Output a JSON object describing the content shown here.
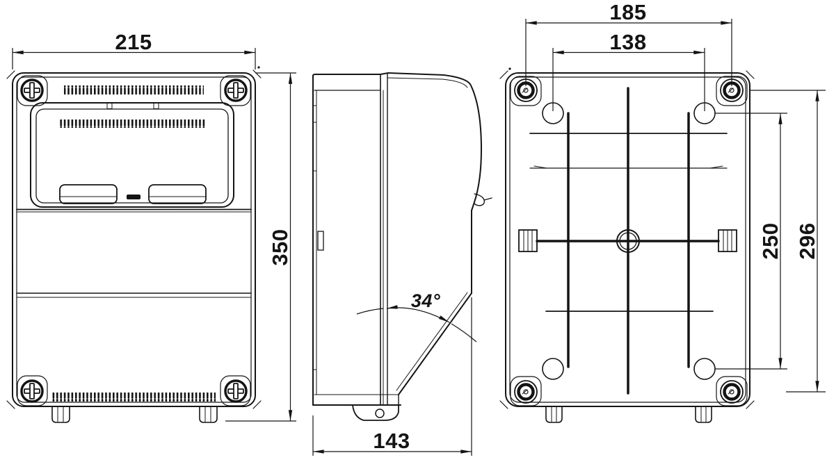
{
  "drawing": {
    "type": "technical-drawing-3-view",
    "background_color": "#ffffff",
    "line_color": "#141414",
    "dimensions": {
      "front_width": "215",
      "front_height": "350",
      "side_depth": "143",
      "door_angle": "34°",
      "back_mount_width_outer": "185",
      "back_mount_width_inner": "138",
      "back_mount_height_inner": "250",
      "back_mount_height_outer": "296"
    }
  }
}
